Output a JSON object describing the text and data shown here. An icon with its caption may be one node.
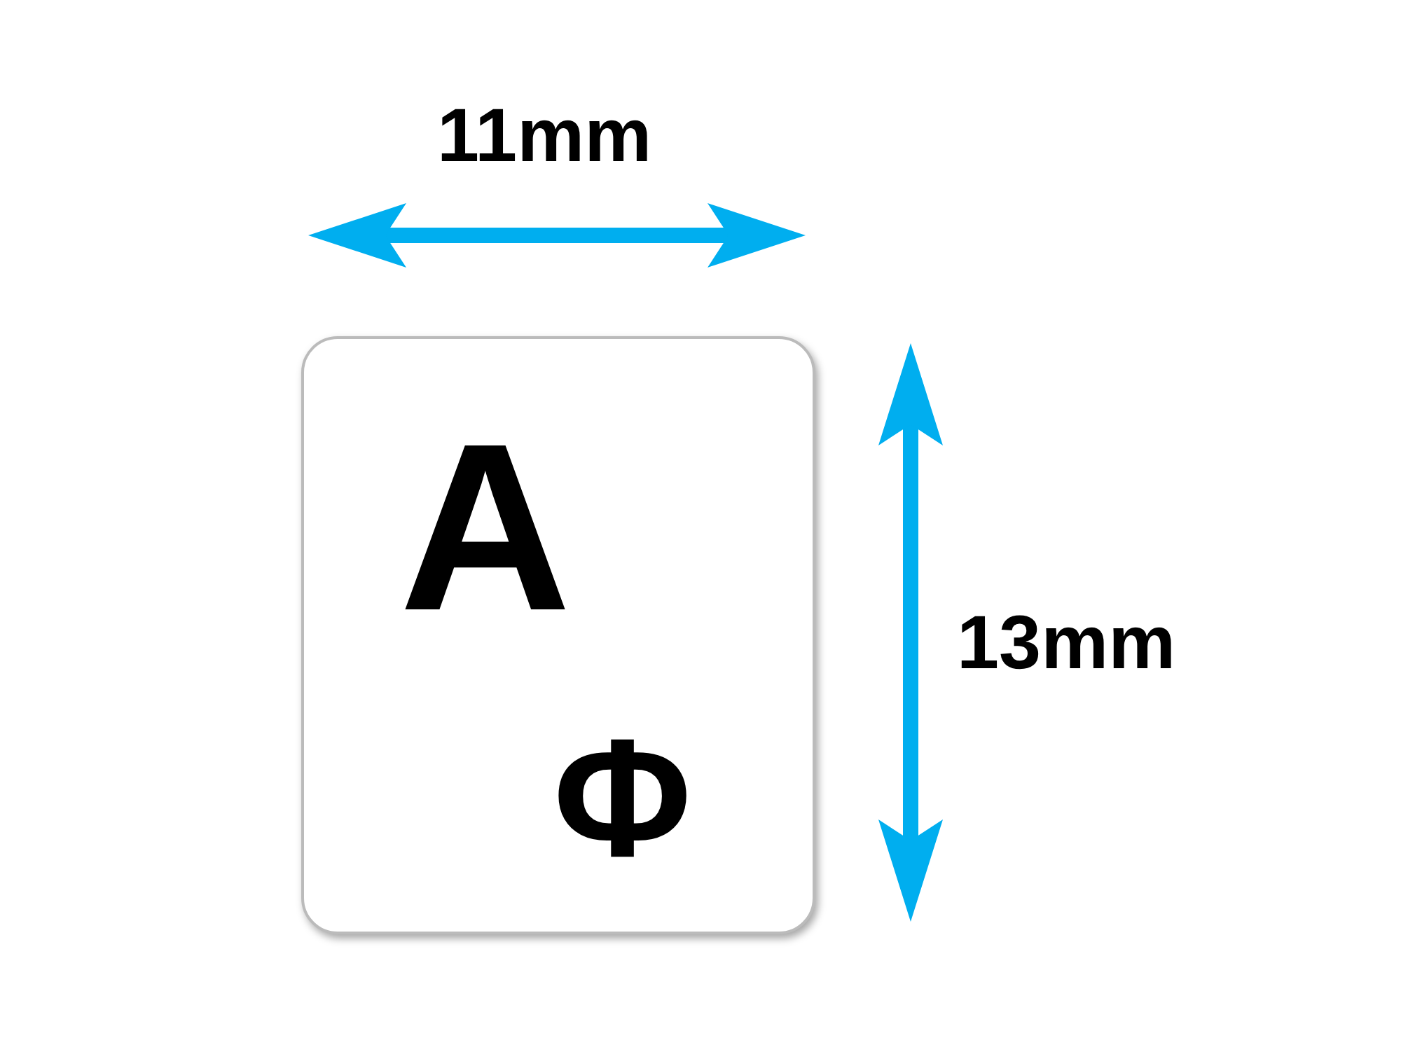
{
  "diagram": {
    "nodes": [
      {
        "text": [
          "A",
          "Φ"
        ]
      }
    ],
    "edges": [],
    "labels": [
      "11mm",
      "13mm"
    ]
  }
}
